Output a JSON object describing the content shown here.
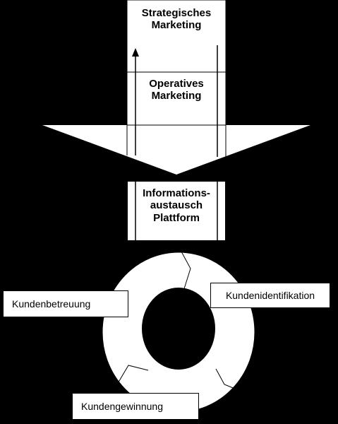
{
  "nodes": {
    "strategisch": {
      "line1": "Strategisches",
      "line2": "Marketing"
    },
    "operativ": {
      "line1": "Operatives",
      "line2": "Marketing"
    },
    "plattform": {
      "line1": "Informations-",
      "line2": "austausch",
      "line3": "Plattform"
    },
    "betreuung": "Kundenbetreuung",
    "identifikation": "Kundenidentifikation",
    "gewinnung": "Kundengewinnung"
  },
  "colors": {
    "background": "#000000",
    "shape_fill": "#ffffff",
    "line": "#000000"
  }
}
